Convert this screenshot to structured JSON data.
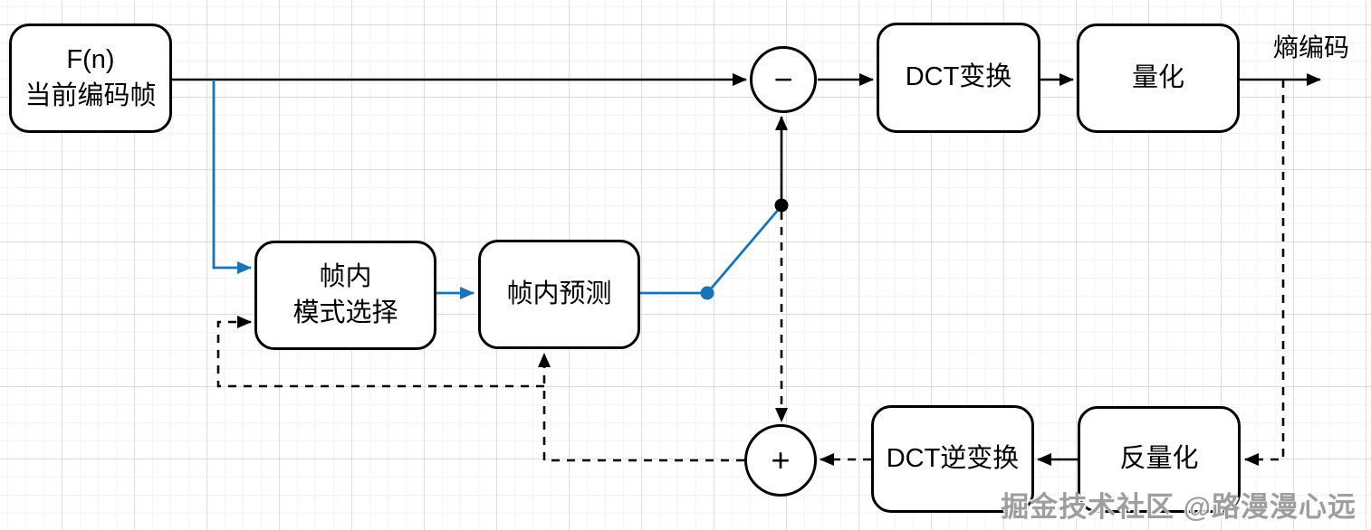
{
  "diagram": {
    "nodes": {
      "current_frame": {
        "line1": "F(n)",
        "line2": "当前编码帧"
      },
      "intra_mode": {
        "line1": "帧内",
        "line2": "模式选择"
      },
      "intra_pred": {
        "label": "帧内预测"
      },
      "dct": {
        "label": "DCT变换"
      },
      "quant": {
        "label": "量化"
      },
      "idct": {
        "label": "DCT逆变换"
      },
      "dequant": {
        "label": "反量化"
      },
      "subtract": {
        "symbol": "−"
      },
      "add": {
        "symbol": "+"
      }
    },
    "labels": {
      "entropy": "熵编码"
    },
    "watermark": "掘金技术社区 @路漫漫心远",
    "colors": {
      "stroke": "#000000",
      "accent_blue": "#1a73b7",
      "box_bg": "#ffffff",
      "grid_major": "#dcdcdc",
      "grid_minor": "#f4f4f4",
      "watermark_gray": "#949494"
    }
  }
}
